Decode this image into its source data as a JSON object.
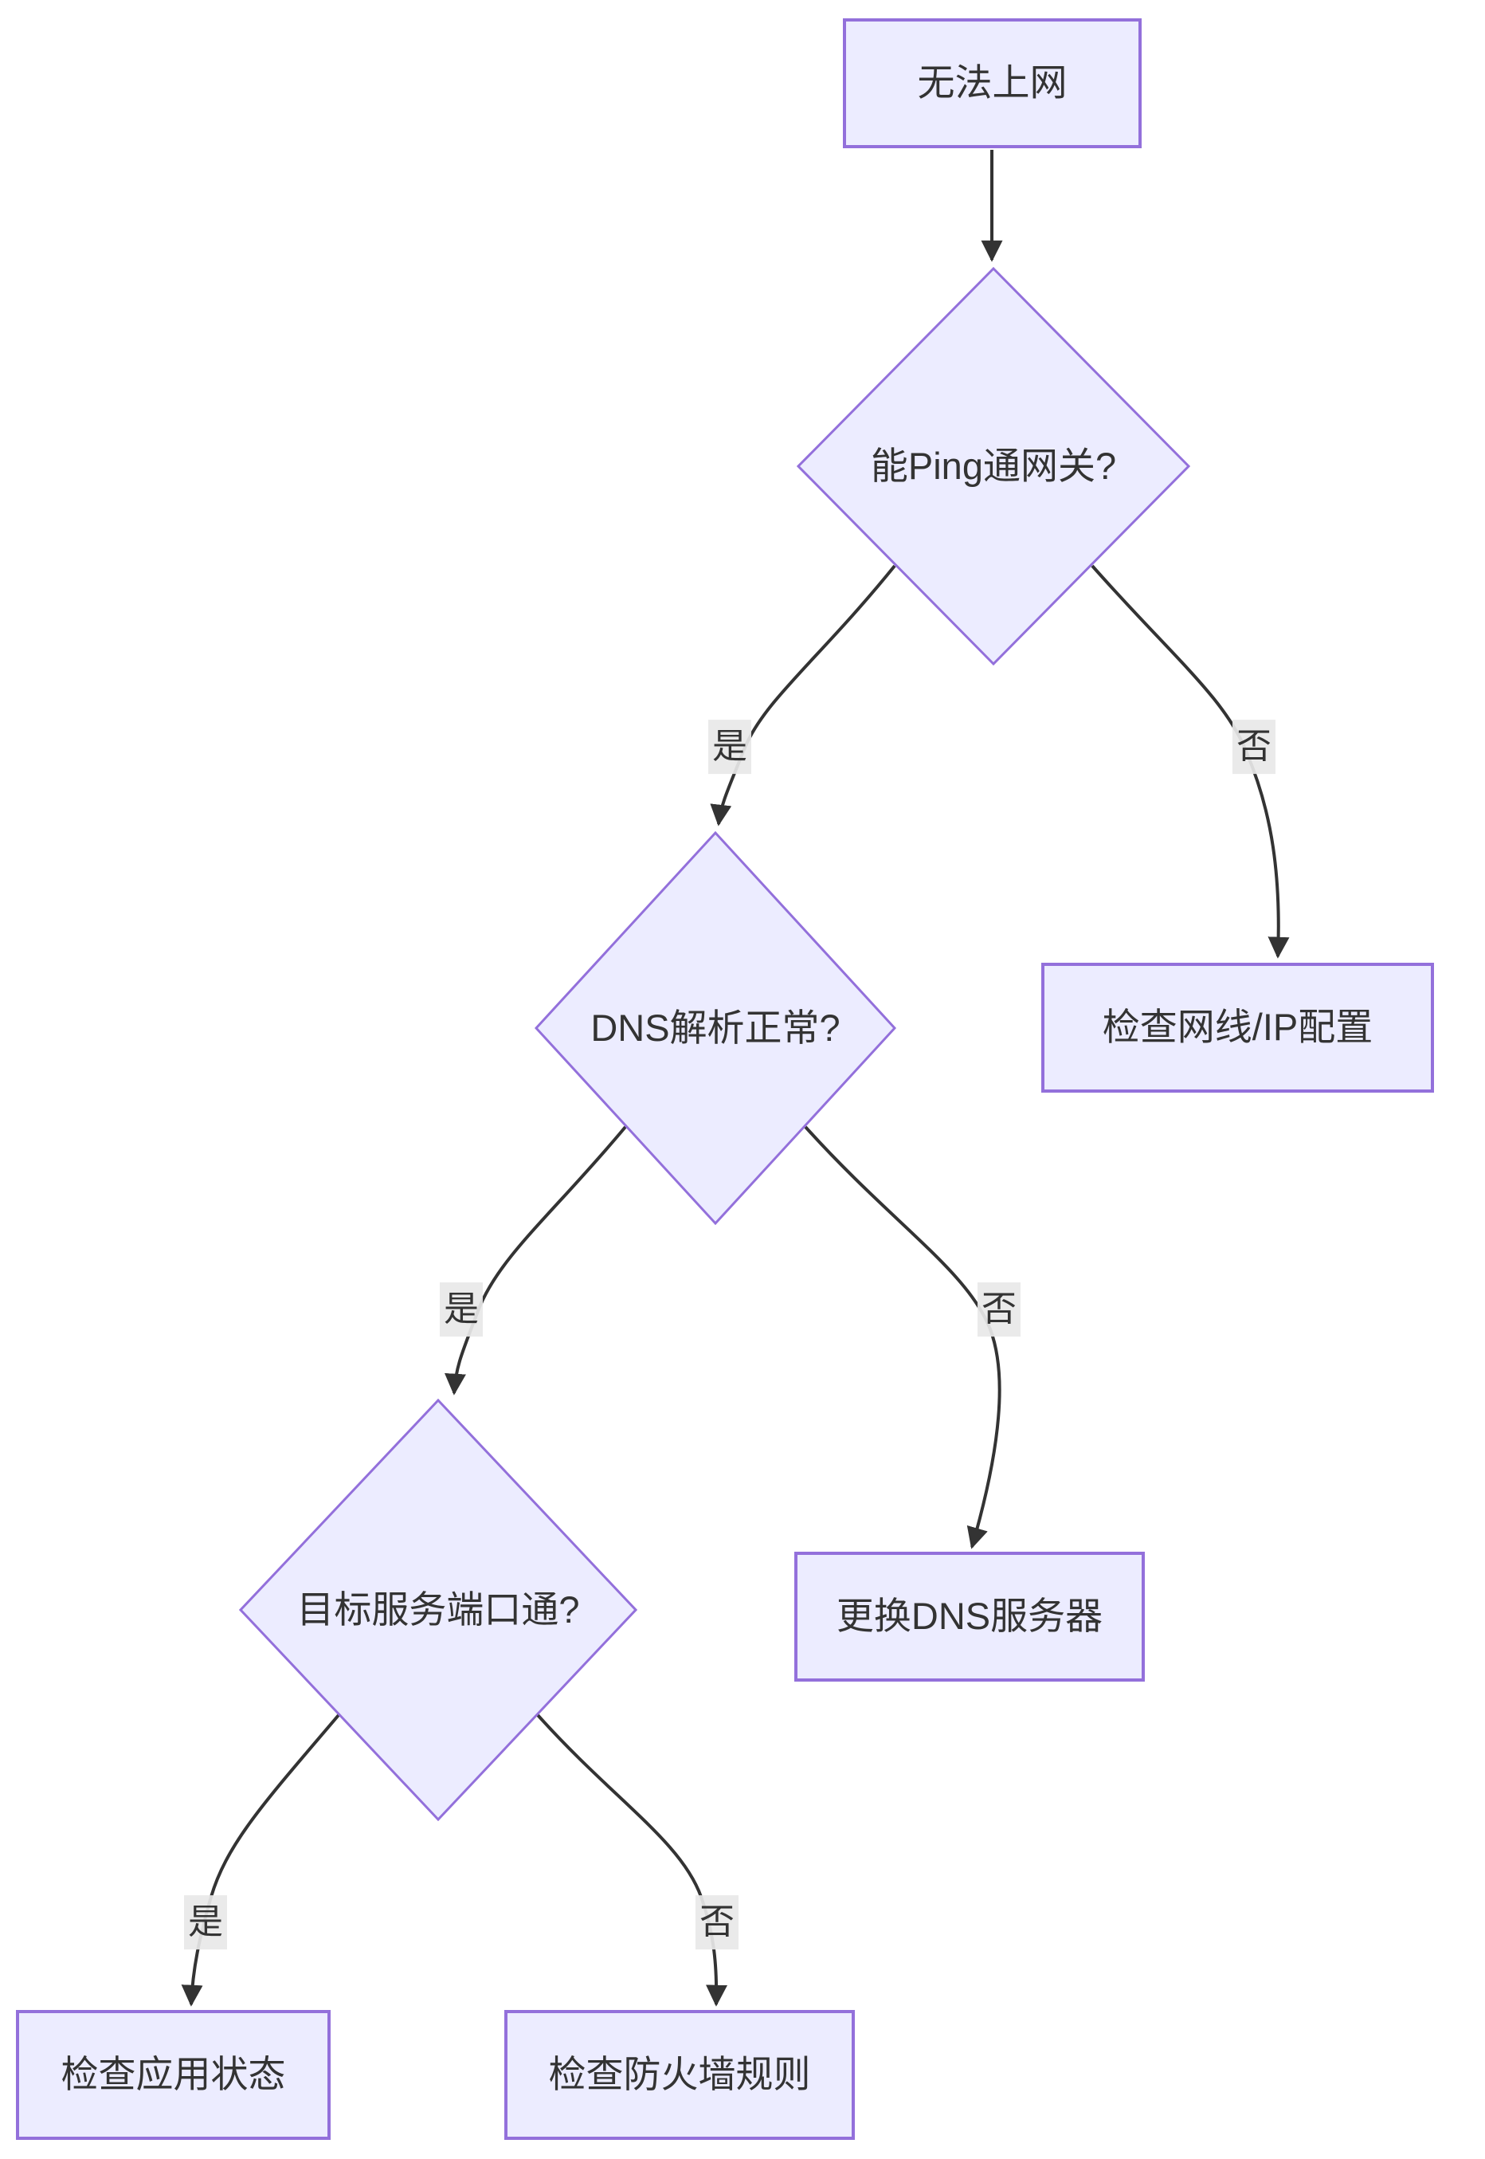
{
  "diagram": {
    "type": "flowchart",
    "direction": "top-down",
    "language": "zh-CN",
    "topic": "network-troubleshooting-decision-tree"
  },
  "theme": {
    "node_fill": "#ECECFF",
    "node_border": "#9370DB",
    "edge_color": "#333333",
    "edge_label_bg": "#e8e8e8",
    "text_color": "#333333",
    "background": "#ffffff"
  },
  "nodes": {
    "start": {
      "label": "无法上网",
      "shape": "rectangle"
    },
    "ping_gateway": {
      "label": "能Ping通网关?",
      "shape": "diamond"
    },
    "dns_ok": {
      "label": "DNS解析正常?",
      "shape": "diamond"
    },
    "check_cable_ip": {
      "label": "检查网线/IP配置",
      "shape": "rectangle"
    },
    "port_open": {
      "label": "目标服务端口通?",
      "shape": "diamond"
    },
    "change_dns": {
      "label": "更换DNS服务器",
      "shape": "rectangle"
    },
    "check_app": {
      "label": "检查应用状态",
      "shape": "rectangle"
    },
    "check_firewall": {
      "label": "检查防火墙规则",
      "shape": "rectangle"
    }
  },
  "edges": [
    {
      "from": "start",
      "to": "ping_gateway",
      "label": ""
    },
    {
      "from": "ping_gateway",
      "to": "dns_ok",
      "label": "是"
    },
    {
      "from": "ping_gateway",
      "to": "check_cable_ip",
      "label": "否"
    },
    {
      "from": "dns_ok",
      "to": "port_open",
      "label": "是"
    },
    {
      "from": "dns_ok",
      "to": "change_dns",
      "label": "否"
    },
    {
      "from": "port_open",
      "to": "check_app",
      "label": "是"
    },
    {
      "from": "port_open",
      "to": "check_firewall",
      "label": "否"
    }
  ]
}
